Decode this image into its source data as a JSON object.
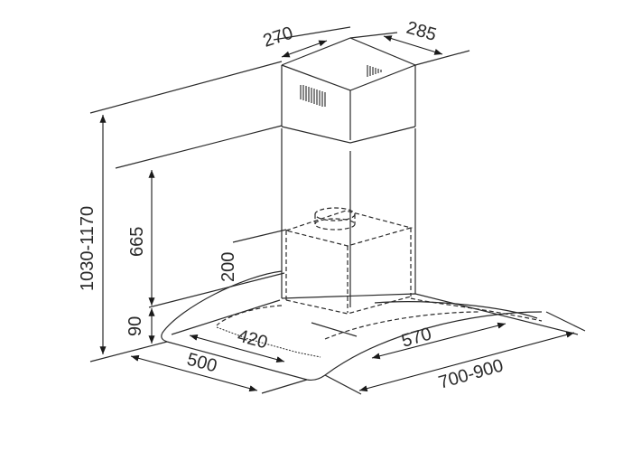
{
  "diagram": {
    "subject": "Chimney range hood dimension drawing",
    "units": "mm",
    "colors": {
      "line": "#2a2a2a",
      "background": "#ffffff"
    },
    "dimensions": {
      "chimney_width": "270",
      "chimney_depth": "285",
      "total_height": "1030-1170",
      "chimney_lower_height": "665",
      "motor_box_height": "200",
      "canopy_height": "90",
      "canopy_depth": "500",
      "inner_depth": "420",
      "inner_width": "570",
      "canopy_width": "700-900"
    }
  }
}
